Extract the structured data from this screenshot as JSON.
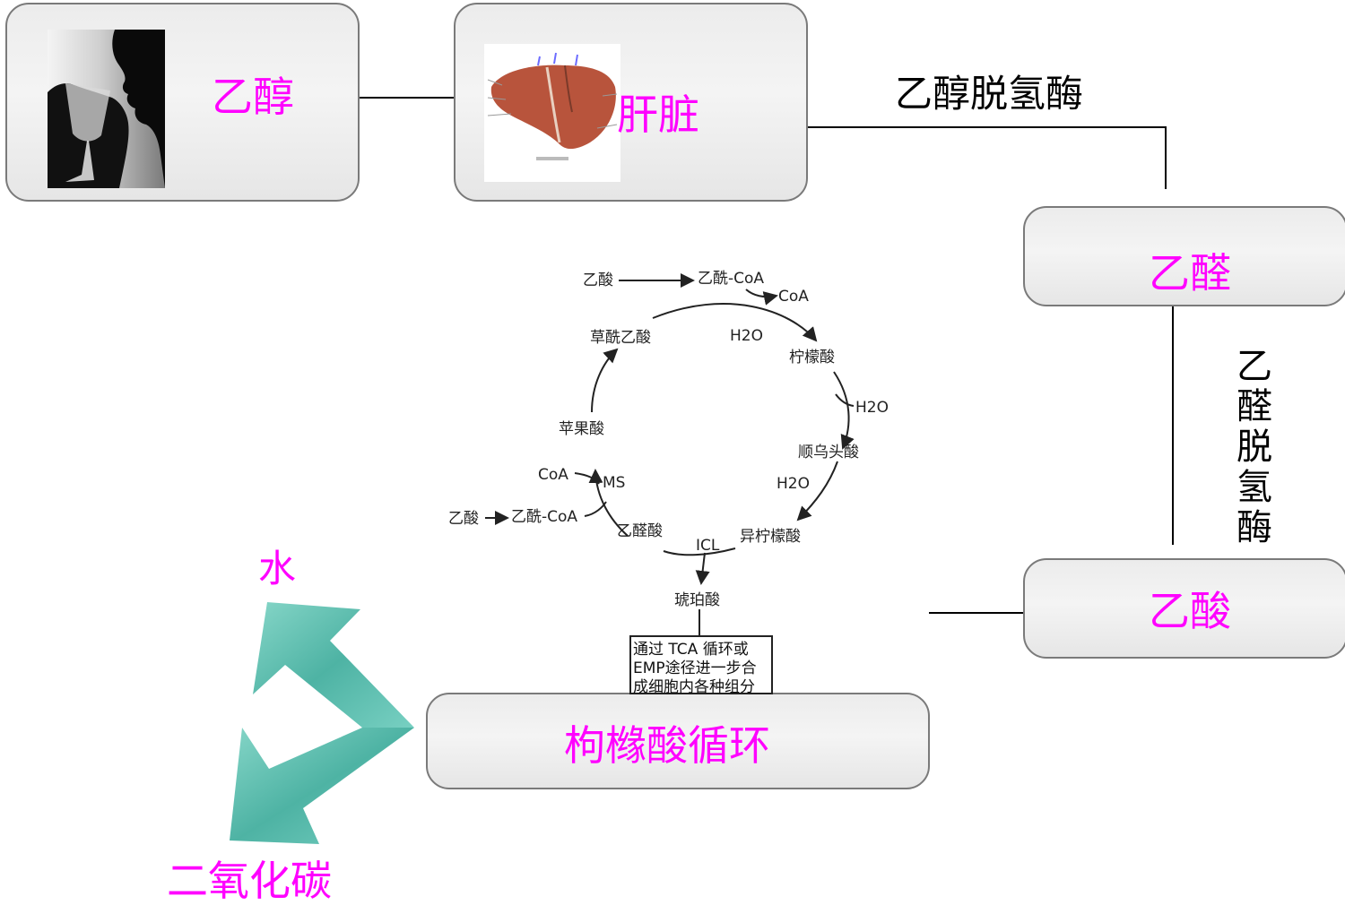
{
  "nodes": {
    "ethanol": "乙醇",
    "liver": "肝脏",
    "acetaldehyde": "乙醛",
    "acetic_acid": "乙酸",
    "tca_cycle": "枸橼酸循环"
  },
  "enzymes": {
    "adh": "乙醇脱氢酶",
    "aldh": "乙醛脱氢酶"
  },
  "products": {
    "water": "水",
    "co2": "二氧化碳"
  },
  "cycle_diagram": {
    "acetic_top": "乙酸",
    "acetyl_coa_top": "乙酰-CoA",
    "coa_top": "CoA",
    "h2o_1": "H2O",
    "oxaloacetate": "草酰乙酸",
    "citrate": "柠檬酸",
    "h2o_2": "H2O",
    "malate": "苹果酸",
    "cis_aconitate": "顺乌头酸",
    "coa_left": "CoA",
    "ms": "MS",
    "h2o_3": "H2O",
    "acetic_left": "乙酸",
    "acetyl_coa_left": "乙酰-CoA",
    "glyoxylate": "乙醛酸",
    "icl": "ICL",
    "isocitrate": "异柠檬酸",
    "succinate": "琥珀酸",
    "note_1": "通过 TCA 循环或",
    "note_2": "EMP途径进一步合",
    "note_3": "成细胞内各种组分"
  },
  "colors": {
    "label": "#ff00ff",
    "arrow": "#5cc0b0",
    "box_border": "#7a7a7a"
  }
}
